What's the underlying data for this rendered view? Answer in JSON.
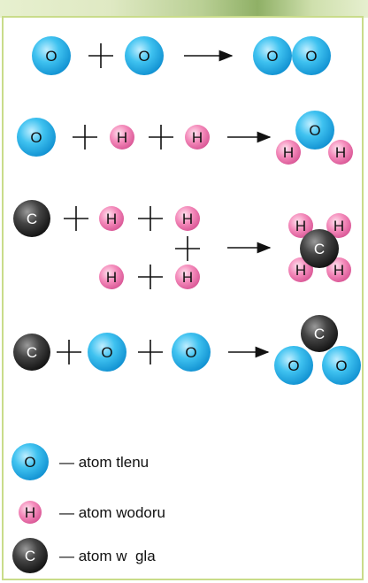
{
  "atoms": {
    "oxygen": {
      "symbol": "O",
      "color": "#29b5ea"
    },
    "hydrogen": {
      "symbol": "H",
      "color": "#ee7aae"
    },
    "carbon": {
      "symbol": "C",
      "color": "#2b2b2b"
    }
  },
  "legend": {
    "oxygen": "— atom tlenu",
    "hydrogen": "— atom wodoru",
    "carbon": "— atom w  gla"
  }
}
